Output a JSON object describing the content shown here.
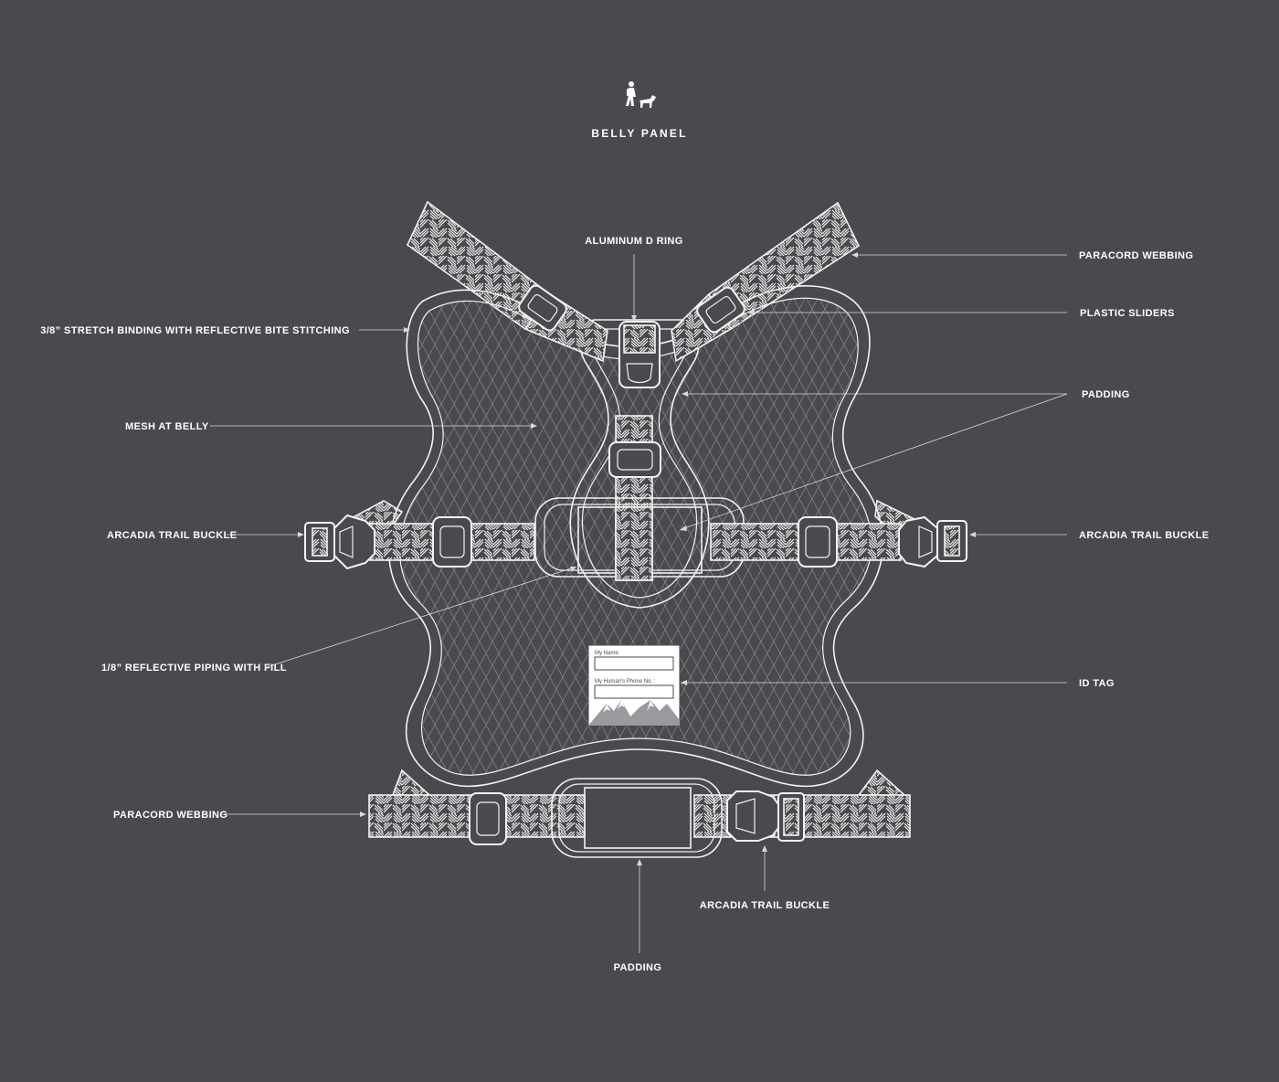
{
  "header": {
    "title": "BELLY  PANEL",
    "logo_icon": "hiker-with-dog-icon"
  },
  "labels": {
    "aluminum_d_ring": "ALUMINUM D RING",
    "paracord_webbing_top": "PARACORD WEBBING",
    "plastic_sliders": "PLASTIC SLIDERS",
    "stretch_binding": "3/8” STRETCH BINDING WITH REFLECTIVE BITE STITCHING",
    "mesh_at_belly": "MESH AT BELLY",
    "padding_right": "PADDING",
    "buckle_left": "ARCADIA TRAIL BUCKLE",
    "buckle_right": "ARCADIA TRAIL BUCKLE",
    "reflective_piping": "1/8” REFLECTIVE PIPING WITH FILL",
    "id_tag": "ID TAG",
    "paracord_webbing_bottom": "PARACORD WEBBING",
    "buckle_bottom": "ARCADIA TRAIL BUCKLE",
    "padding_bottom": "PADDING"
  },
  "id_tag_card": {
    "name_label": "My Name:",
    "phone_label": "My Human's Phone No. :",
    "icon": "mountains-icon"
  },
  "colors": {
    "background": "#4a494e",
    "line": "#f2f2f2"
  }
}
